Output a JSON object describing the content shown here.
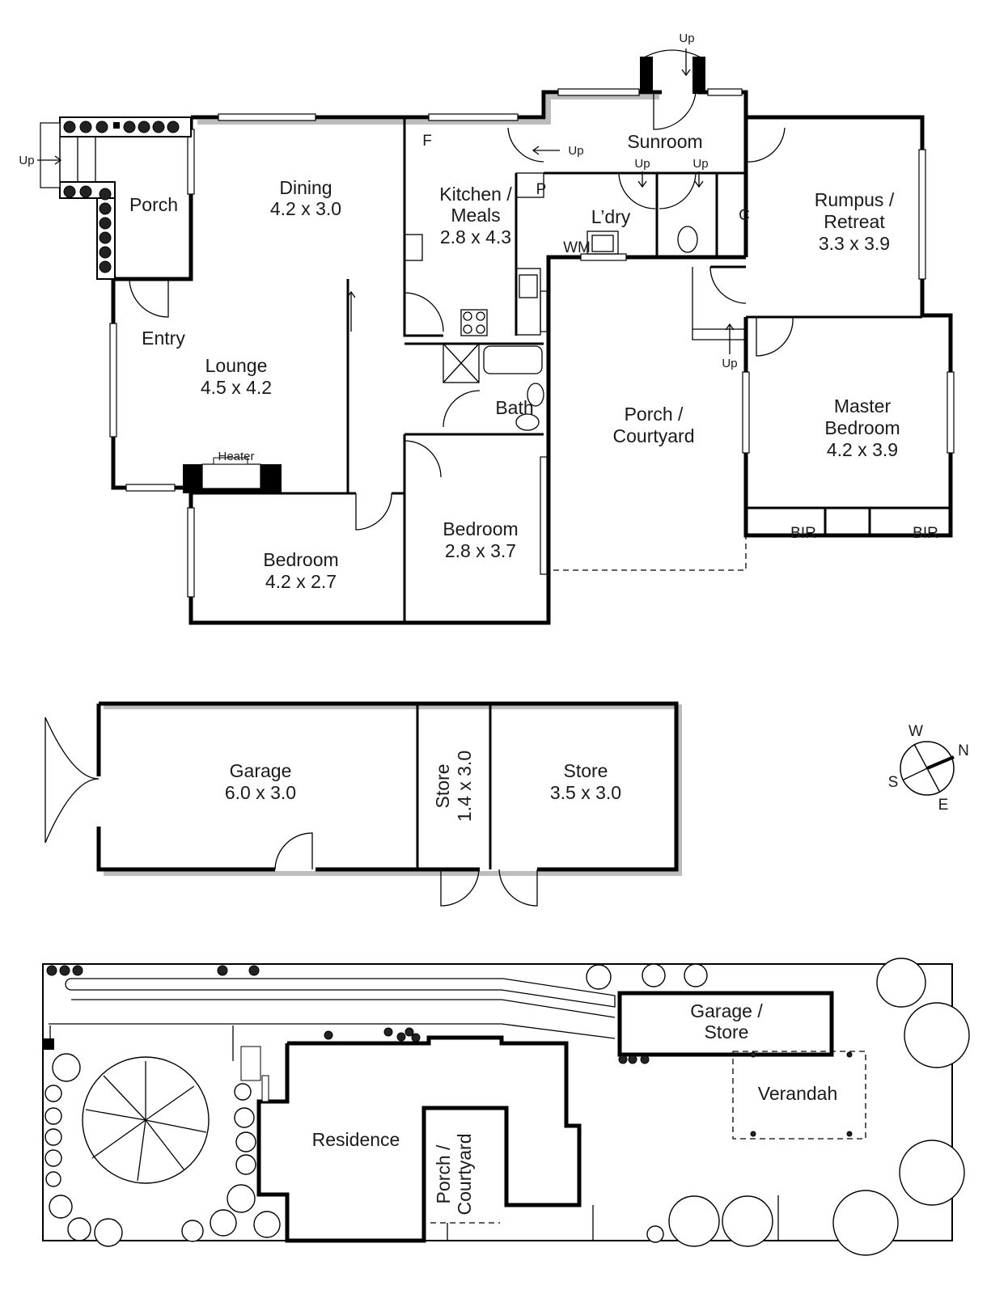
{
  "house": {
    "porch": "Porch",
    "entry": "Entry",
    "dining": {
      "name": "Dining",
      "size": "4.2 x 3.0"
    },
    "lounge": {
      "name": "Lounge",
      "size": "4.5 x 4.2"
    },
    "kitchen": {
      "name1": "Kitchen /",
      "name2": "Meals",
      "size": "2.8 x 4.3"
    },
    "sunroom": "Sunroom",
    "laundry": "L’dry",
    "wm": "WM",
    "pantry": "P",
    "cupboard": "C",
    "fridge": "F",
    "rumpus": {
      "name1": "Rumpus /",
      "name2": "Retreat",
      "size": "3.3 x 3.9"
    },
    "bath": "Bath",
    "heater": "Heater",
    "courtyard": {
      "name1": "Porch /",
      "name2": "Courtyard"
    },
    "master": {
      "name1": "Master",
      "name2": "Bedroom",
      "size": "4.2 x 3.9"
    },
    "bir": "BIR",
    "bedroom1": {
      "name": "Bedroom",
      "size": "4.2 x 2.7"
    },
    "bedroom2": {
      "name": "Bedroom",
      "size": "2.8 x 3.7"
    },
    "up": "Up"
  },
  "outbuilding": {
    "garage": {
      "name": "Garage",
      "size": "6.0 x 3.0"
    },
    "store_narrow": {
      "name": "Store",
      "size": "1.4 x 3.0"
    },
    "store": {
      "name": "Store",
      "size": "3.5 x 3.0"
    }
  },
  "compass": {
    "w": "W",
    "n": "N",
    "s": "S",
    "e": "E"
  },
  "site": {
    "garage_store": {
      "name1": "Garage /",
      "name2": "Store"
    },
    "verandah": "Verandah",
    "residence": "Residence",
    "courtyard": {
      "name1": "Porch /",
      "name2": "Courtyard"
    }
  }
}
